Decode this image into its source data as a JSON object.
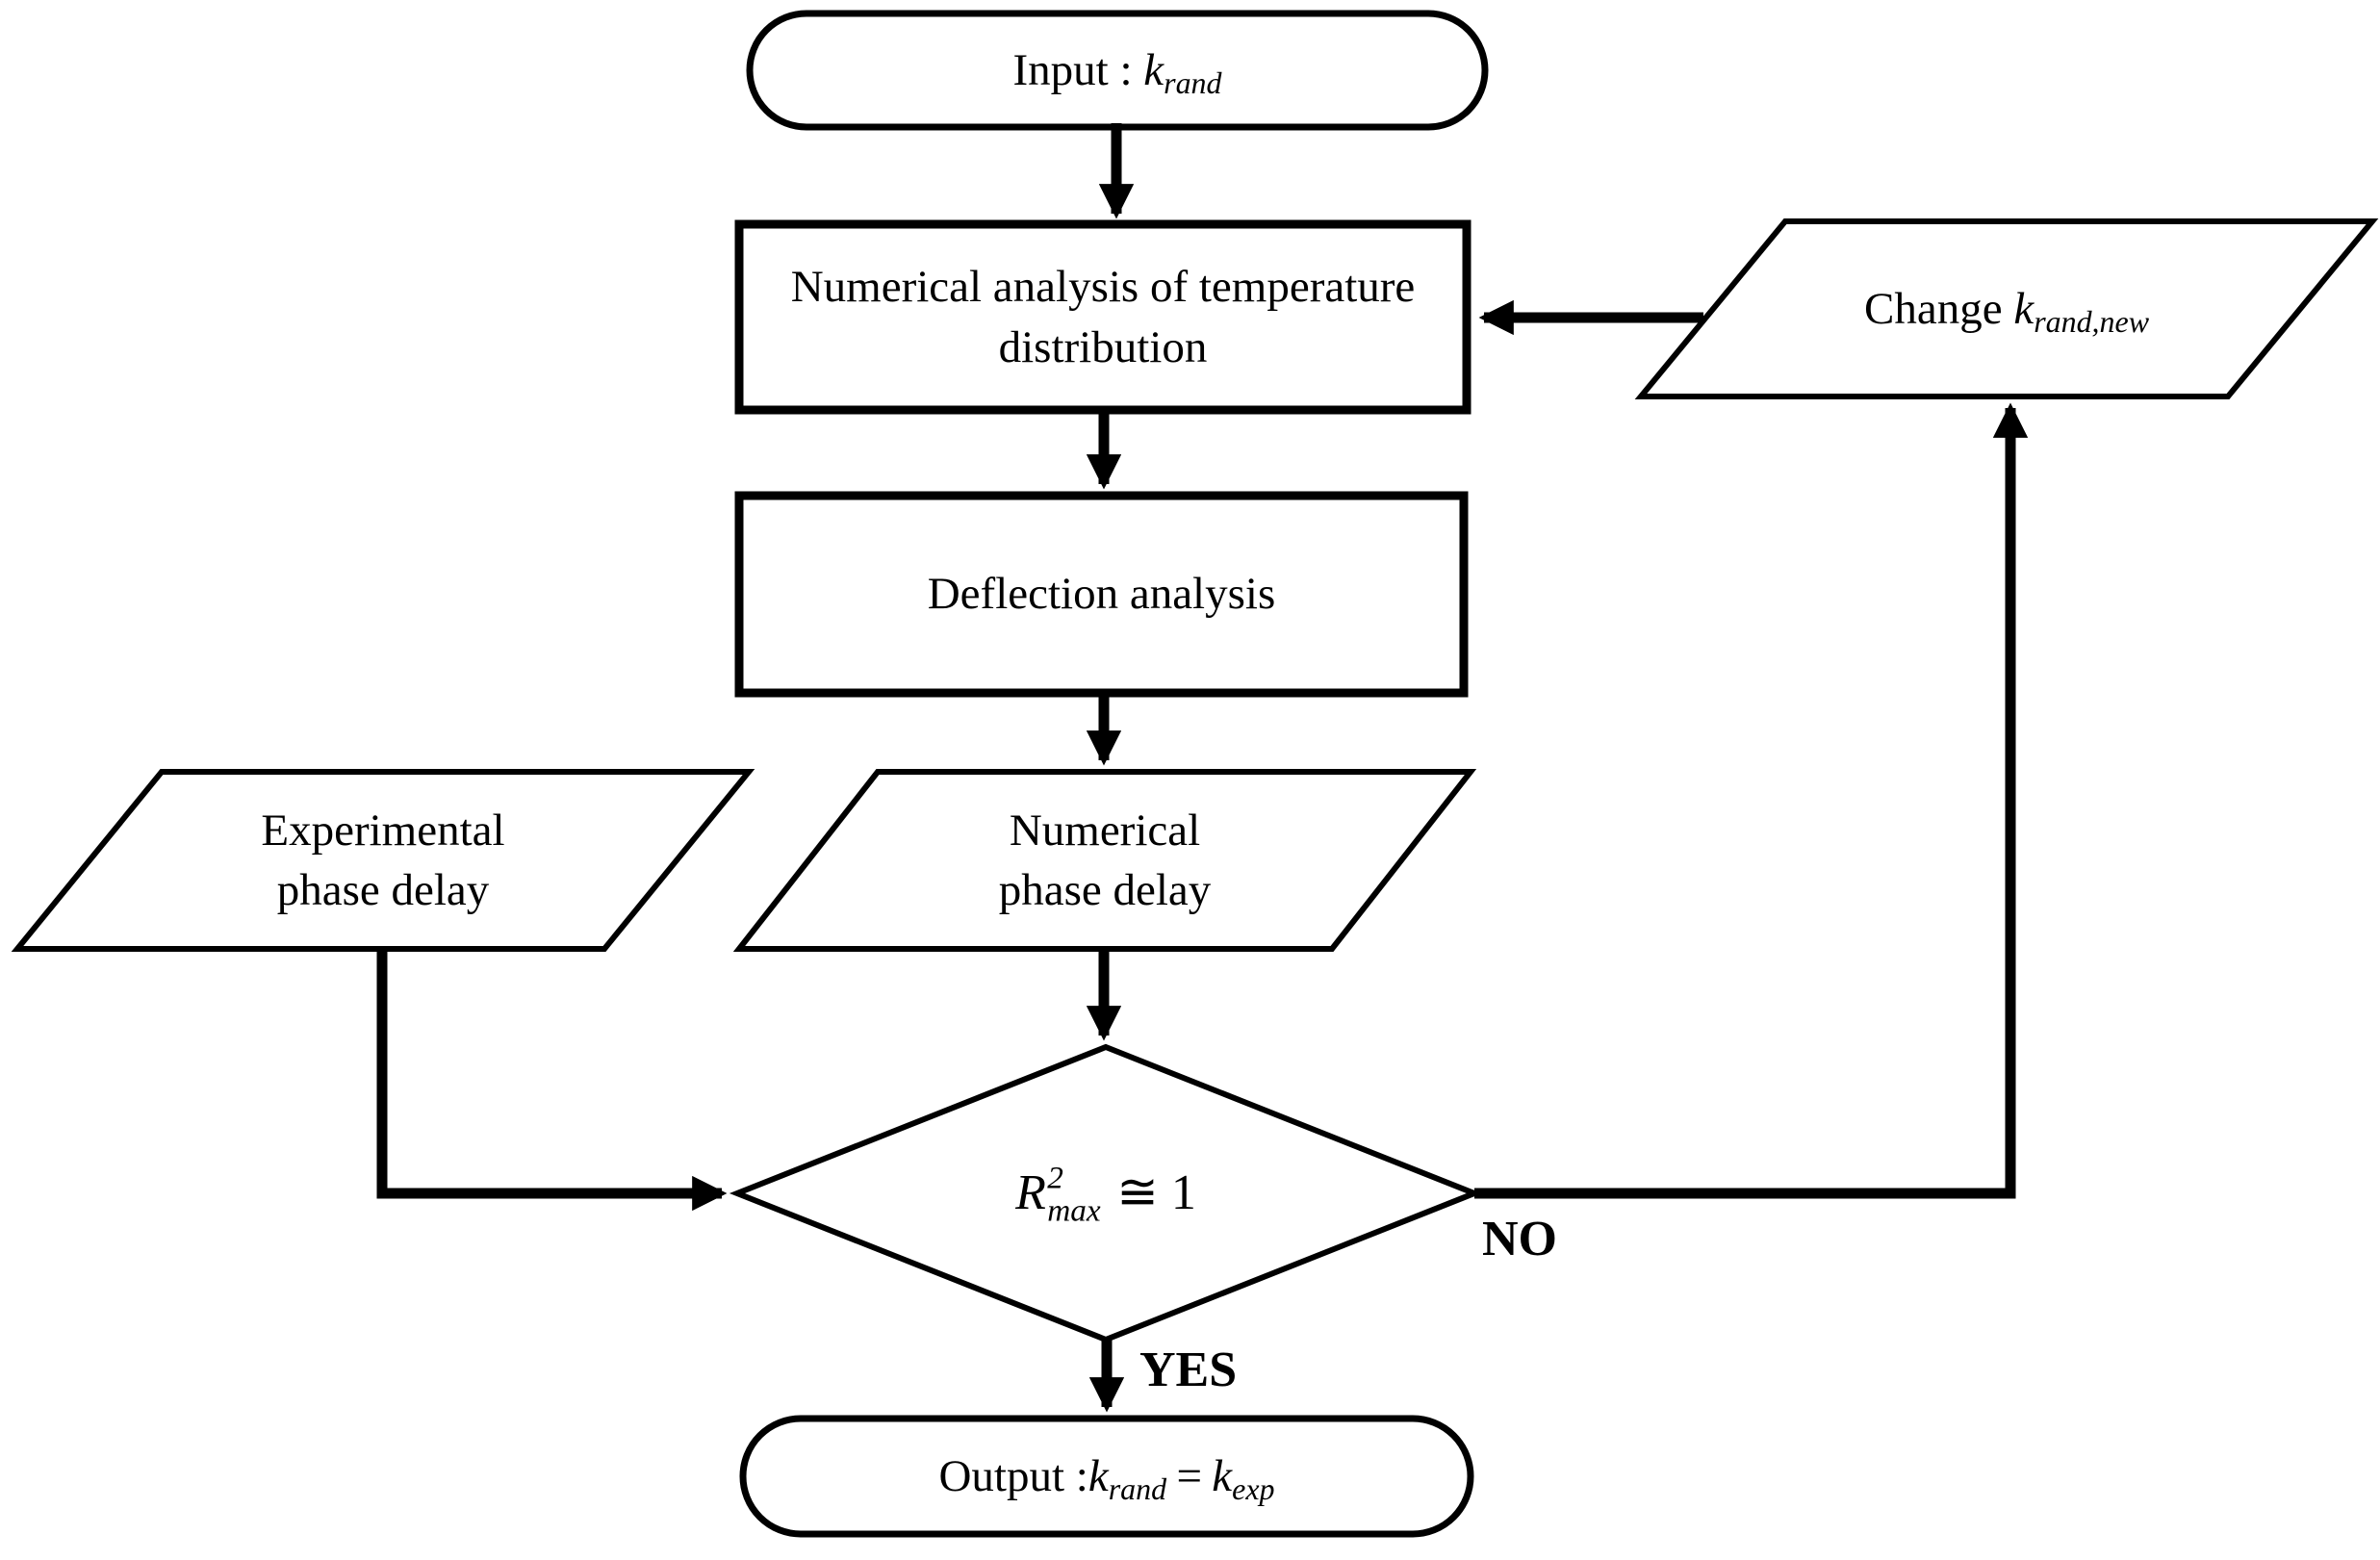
{
  "nodes": {
    "input": {
      "prefix": "Input : ",
      "symbol": "k",
      "subscript": "rand"
    },
    "temperature_analysis": {
      "line1": "Numerical analysis of temperature",
      "line2": "distribution"
    },
    "change": {
      "prefix": "Change ",
      "symbol": "k",
      "subscript": "rand,new"
    },
    "deflection": {
      "label": "Deflection analysis"
    },
    "experimental_phase_delay": {
      "line1": "Experimental",
      "line2": "phase delay"
    },
    "numerical_phase_delay": {
      "line1": "Numerical",
      "line2": "phase delay"
    },
    "decision": {
      "base": "R",
      "superscript": "2",
      "subscript": "max",
      "comparison": "≅ 1"
    },
    "output": {
      "prefix": "Output :",
      "symbol1": "k",
      "subscript1": "rand",
      "equals": "=",
      "symbol2": "k",
      "subscript2": "exp"
    }
  },
  "edge_labels": {
    "no": "NO",
    "yes": "YES"
  },
  "colors": {
    "ink": "#000000",
    "background": "#ffffff"
  }
}
